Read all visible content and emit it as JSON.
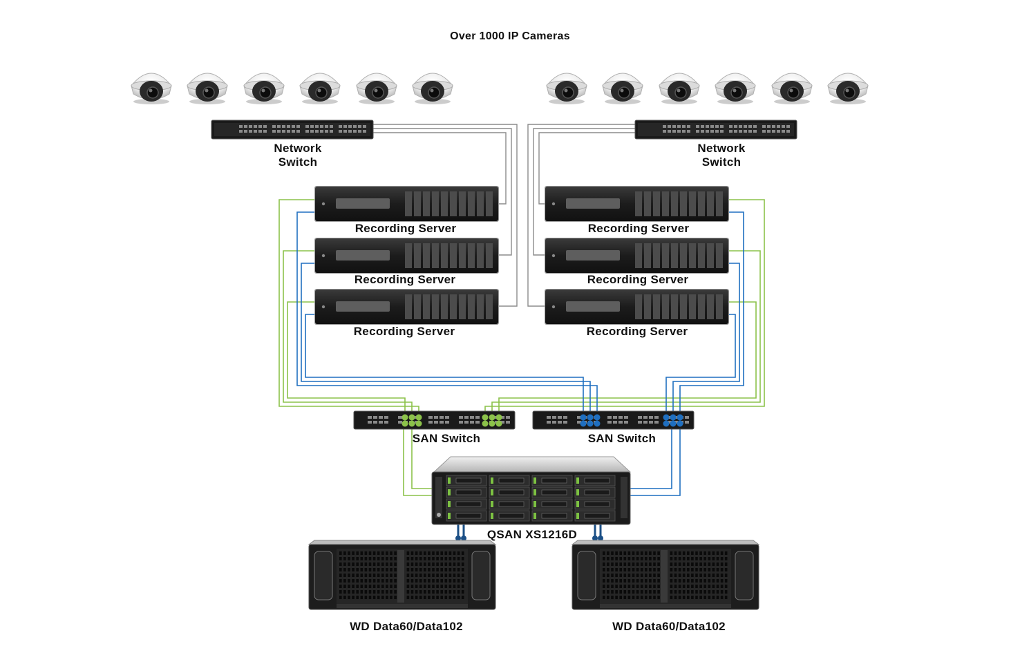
{
  "title": "Over 1000 IP Cameras",
  "left_group": {
    "camera_count": 6,
    "network_switch_label": [
      "Network",
      "Switch"
    ],
    "servers": [
      "Recording Server",
      "Recording Server",
      "Recording Server"
    ]
  },
  "right_group": {
    "camera_count": 6,
    "network_switch_label": [
      "Network",
      "Switch"
    ],
    "servers": [
      "Recording Server",
      "Recording Server",
      "Recording Server"
    ]
  },
  "san_switches": [
    "SAN Switch",
    "SAN Switch"
  ],
  "storage": {
    "label": "QSAN XS1216D",
    "drive_bays": 16
  },
  "expansions": [
    "WD Data60/Data102",
    "WD Data60/Data102"
  ],
  "colors": {
    "network_cable": "#8c8c8c",
    "fabric_a": "#8cc24a",
    "fabric_b": "#1f6fc0",
    "device_body": "#1e1e1e",
    "label_text": "#111111"
  }
}
